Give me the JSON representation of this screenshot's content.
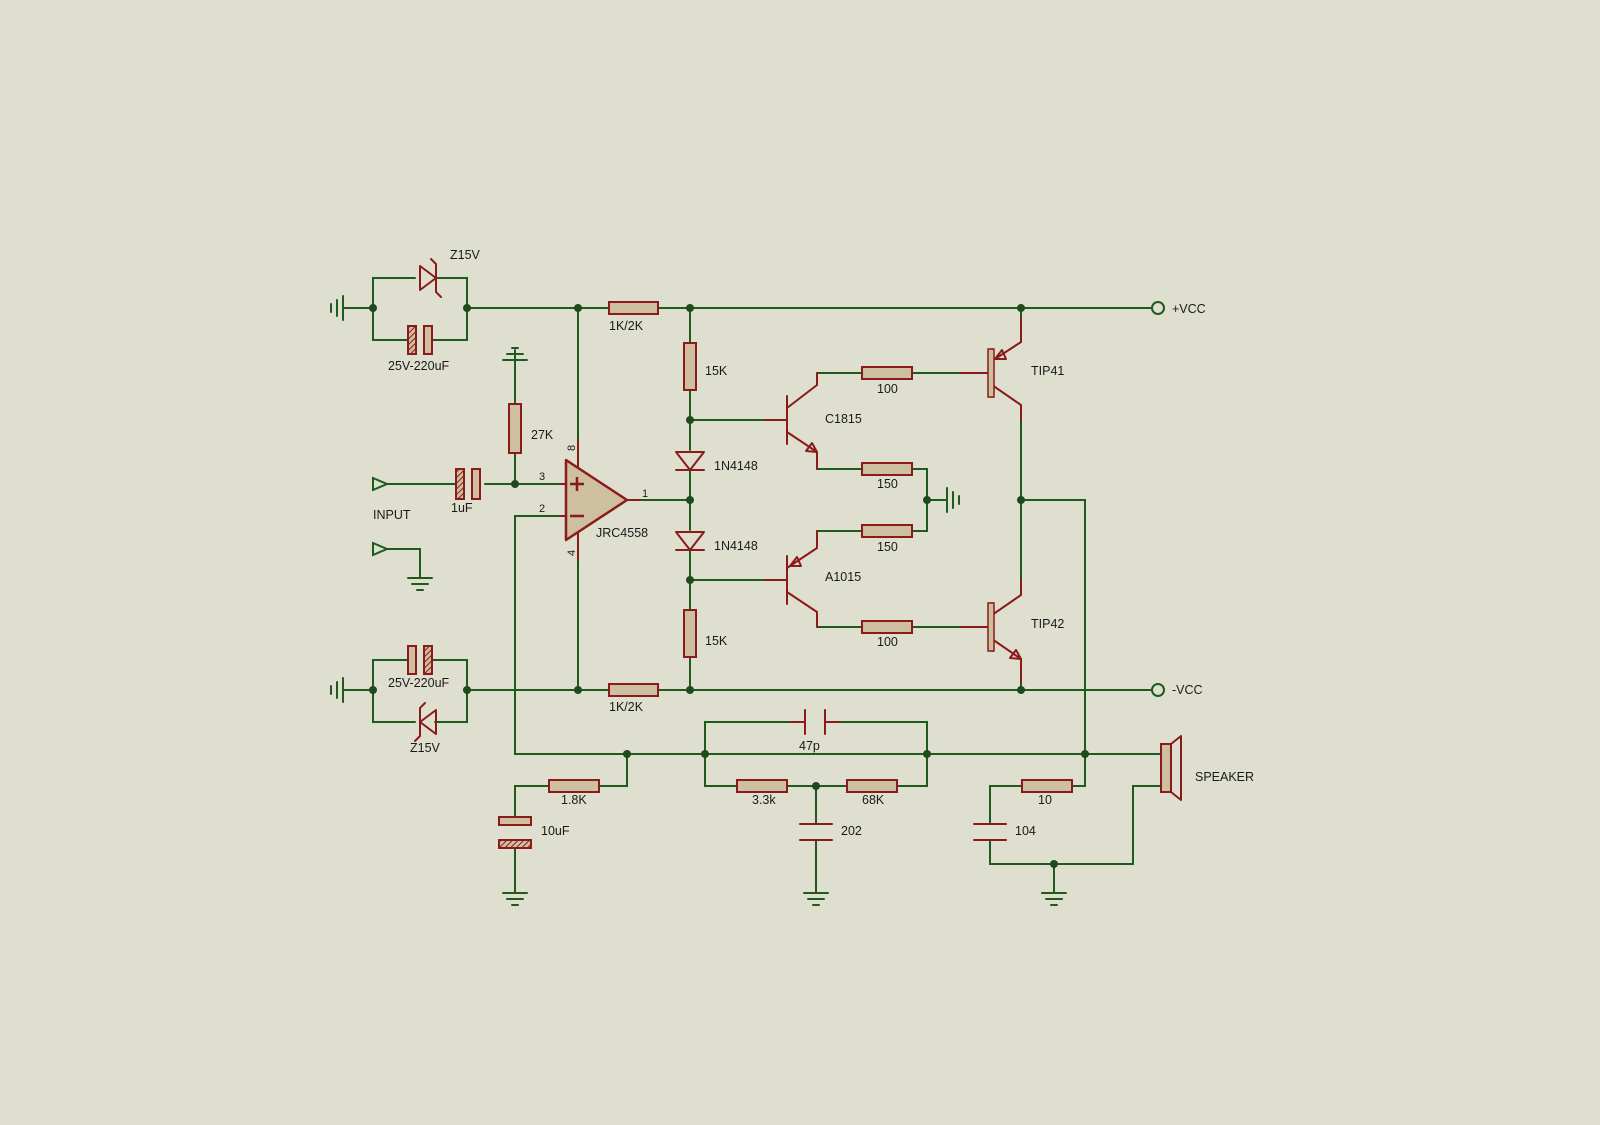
{
  "labels": {
    "zener_top": "Z15V",
    "cap_top": "25V-220uF",
    "cap_bot": "25V-220uF",
    "zener_bot": "Z15V",
    "r_top": "1K/2K",
    "r_bot": "1K/2K",
    "vcc_pos": "+VCC",
    "vcc_neg": "-VCC",
    "r27k": "27K",
    "input": "INPUT",
    "cin": "1uF",
    "opamp": "JRC4558",
    "pin8": "8",
    "pin3": "3",
    "pin2": "2",
    "pin4": "4",
    "pin1": "1",
    "r15k_top": "15K",
    "r15k_bot": "15K",
    "d1": "1N4148",
    "d2": "1N4148",
    "q_c1815": "C1815",
    "q_a1015": "A1015",
    "r100_top": "100",
    "r100_bot": "100",
    "r150_top": "150",
    "r150_bot": "150",
    "q_tip41": "TIP41",
    "q_tip42": "TIP42",
    "c47p": "47p",
    "r18k": "1.8K",
    "c10uf": "10uF",
    "r33k": "3.3k",
    "r68k": "68K",
    "c202": "202",
    "r10": "10",
    "c104": "104",
    "speaker": "SPEAKER"
  }
}
